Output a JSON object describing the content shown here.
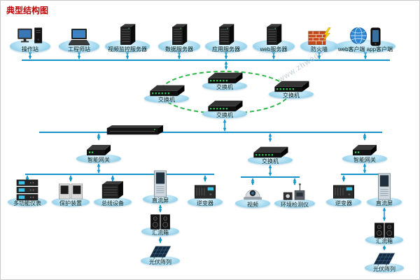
{
  "title": "典型结构图",
  "watermark": "www.zhwedo",
  "colors": {
    "title": "#c00000",
    "connector": "#1795cb",
    "ring_dashed": "#2eb84b",
    "platform": "#a9dcf2"
  },
  "top_row": [
    {
      "label": "操作站",
      "icon": "desktop-computer"
    },
    {
      "label": "工程师站",
      "icon": "laptop"
    },
    {
      "label": "视频监控服务器",
      "icon": "server-rack"
    },
    {
      "label": "数据服务器",
      "icon": "server-rack"
    },
    {
      "label": "应用服务器",
      "icon": "server-rack"
    },
    {
      "label": "web服务器",
      "icon": "server-rack"
    },
    {
      "label": "防火墙",
      "icon": "firewall-wall-lightning"
    },
    {
      "label": "web客户端 app客户端",
      "icon": "globe-and-smartphone"
    }
  ],
  "ring_switches": [
    {
      "label": "交换机",
      "position": "top"
    },
    {
      "label": "交换机",
      "position": "left"
    },
    {
      "label": "交换机",
      "position": "right"
    },
    {
      "label": "交换机",
      "position": "bottom"
    }
  ],
  "distribution_row": [
    {
      "label": "智能网关",
      "icon": "gateway-box"
    },
    {
      "label": "交换机",
      "icon": "network-switch"
    },
    {
      "label": "智能网关",
      "icon": "gateway-box"
    }
  ],
  "bus_device": {
    "icon": "rackmount-server"
  },
  "left_branch": [
    {
      "label": "多功能仪表",
      "icon": "meter-stack"
    },
    {
      "label": "保护装置",
      "icon": "protection-relay"
    },
    {
      "label": "总线设备",
      "icon": "bus-equipment"
    },
    {
      "label": "直流屏",
      "icon": "dc-panel-cabinet"
    },
    {
      "label": "逆变器",
      "icon": "inverter-box"
    }
  ],
  "center_branch": [
    {
      "label": "视频",
      "icon": "dome-camera"
    },
    {
      "label": "环境检测仪",
      "icon": "environment-sensor"
    }
  ],
  "right_branch": [
    {
      "label": "逆变器",
      "icon": "inverter-box"
    },
    {
      "label": "直流屏",
      "icon": "dc-panel-cabinet"
    }
  ],
  "left_pv_chain": [
    {
      "label": "汇流箱",
      "icon": "combiner-box"
    },
    {
      "label": "光伏阵列",
      "icon": "pv-array-panel"
    }
  ],
  "right_pv_chain": [
    {
      "label": "汇流箱",
      "icon": "combiner-box"
    },
    {
      "label": "光伏阵列",
      "icon": "pv-array-panel"
    }
  ]
}
